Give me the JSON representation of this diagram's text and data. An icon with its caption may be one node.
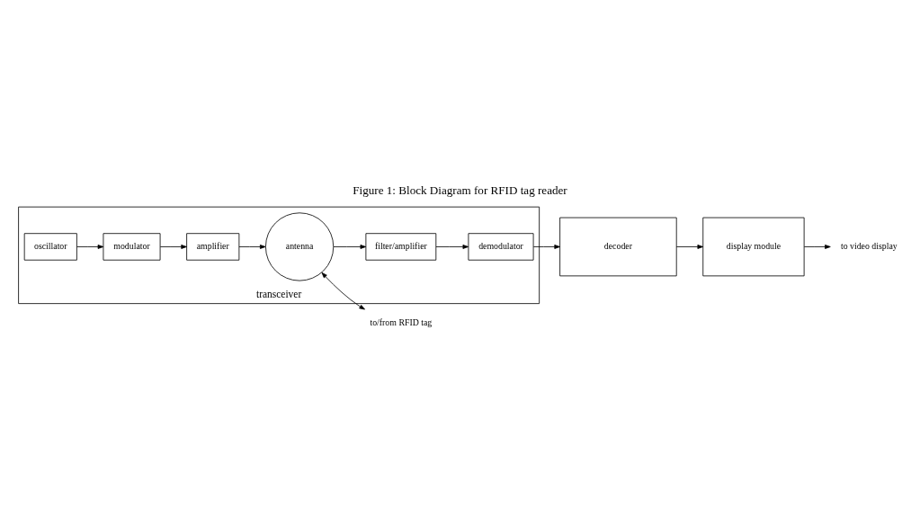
{
  "diagram": {
    "title": "Figure 1: Block Diagram for RFID tag reader",
    "nodes": [
      {
        "text": [
          "transceiver"
        ]
      },
      {
        "text": [
          "oscillator"
        ],
        "in": 0
      },
      {
        "text": [
          "modulator"
        ],
        "in": 0
      },
      {
        "text": [
          "amplifier"
        ],
        "in": 0
      },
      {
        "text": [
          "antenna"
        ],
        "in": 0
      },
      {
        "text": [
          "filter/amplifier"
        ],
        "in": 0
      },
      {
        "text": [
          "demodulator"
        ],
        "in": 0
      },
      {
        "text": [
          "decoder"
        ]
      },
      {
        "text": [
          "display module"
        ]
      },
      {
        "text": [
          "to/from RFID tag"
        ]
      },
      {
        "text": [
          "to video display"
        ]
      }
    ],
    "edges": [
      {
        "from": 1,
        "to": 2,
        "arrow": "to"
      },
      {
        "from": 2,
        "to": 3,
        "arrow": "to"
      },
      {
        "from": 3,
        "to": 4,
        "arrow": "to"
      },
      {
        "from": 4,
        "to": 9,
        "arrow": "both"
      },
      {
        "from": 4,
        "to": 5,
        "arrow": "to"
      },
      {
        "from": 5,
        "to": 6,
        "arrow": "to"
      },
      {
        "from": 6,
        "to": 7,
        "arrow": "to"
      },
      {
        "from": 7,
        "to": 8,
        "arrow": "to"
      },
      {
        "from": 8,
        "to": 10,
        "arrow": "to"
      }
    ]
  }
}
